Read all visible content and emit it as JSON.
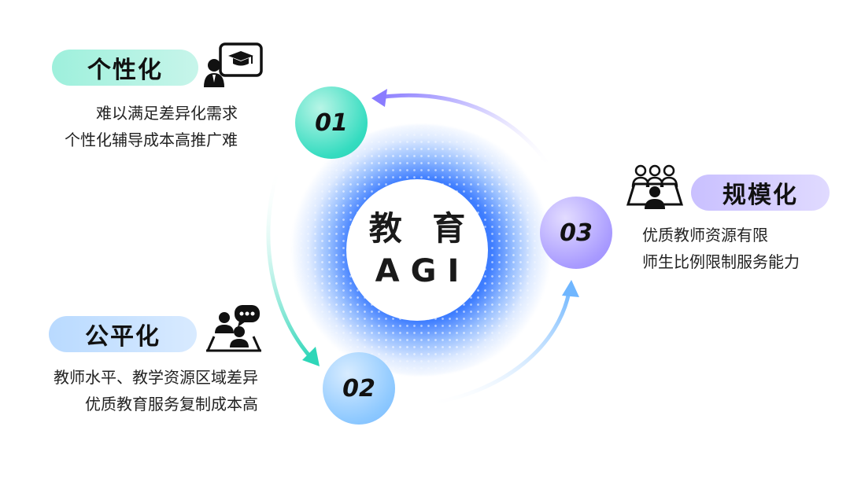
{
  "center": {
    "line1": "教 育",
    "line2": "AGI"
  },
  "nodes": [
    {
      "num": "01",
      "title": "个性化",
      "lines": [
        "难以满足差异化需求",
        "个性化辅导成本高推广难"
      ],
      "icon": "graduation-presenter-icon",
      "color": "#35dcc0"
    },
    {
      "num": "02",
      "title": "公平化",
      "lines": [
        "教师水平、教学资源区域差异",
        "优质教育服务复制成本高"
      ],
      "icon": "discussion-people-icon",
      "color": "#8cc8ff"
    },
    {
      "num": "03",
      "title": "规模化",
      "lines": [
        "优质教师资源有限",
        "师生比例限制服务能力"
      ],
      "icon": "classroom-group-icon",
      "color": "#a99bff"
    }
  ],
  "colors": {
    "core_blue": "#286eff",
    "teal": "#35dcc0",
    "lightblue": "#8cc8ff",
    "purple": "#a99bff"
  }
}
